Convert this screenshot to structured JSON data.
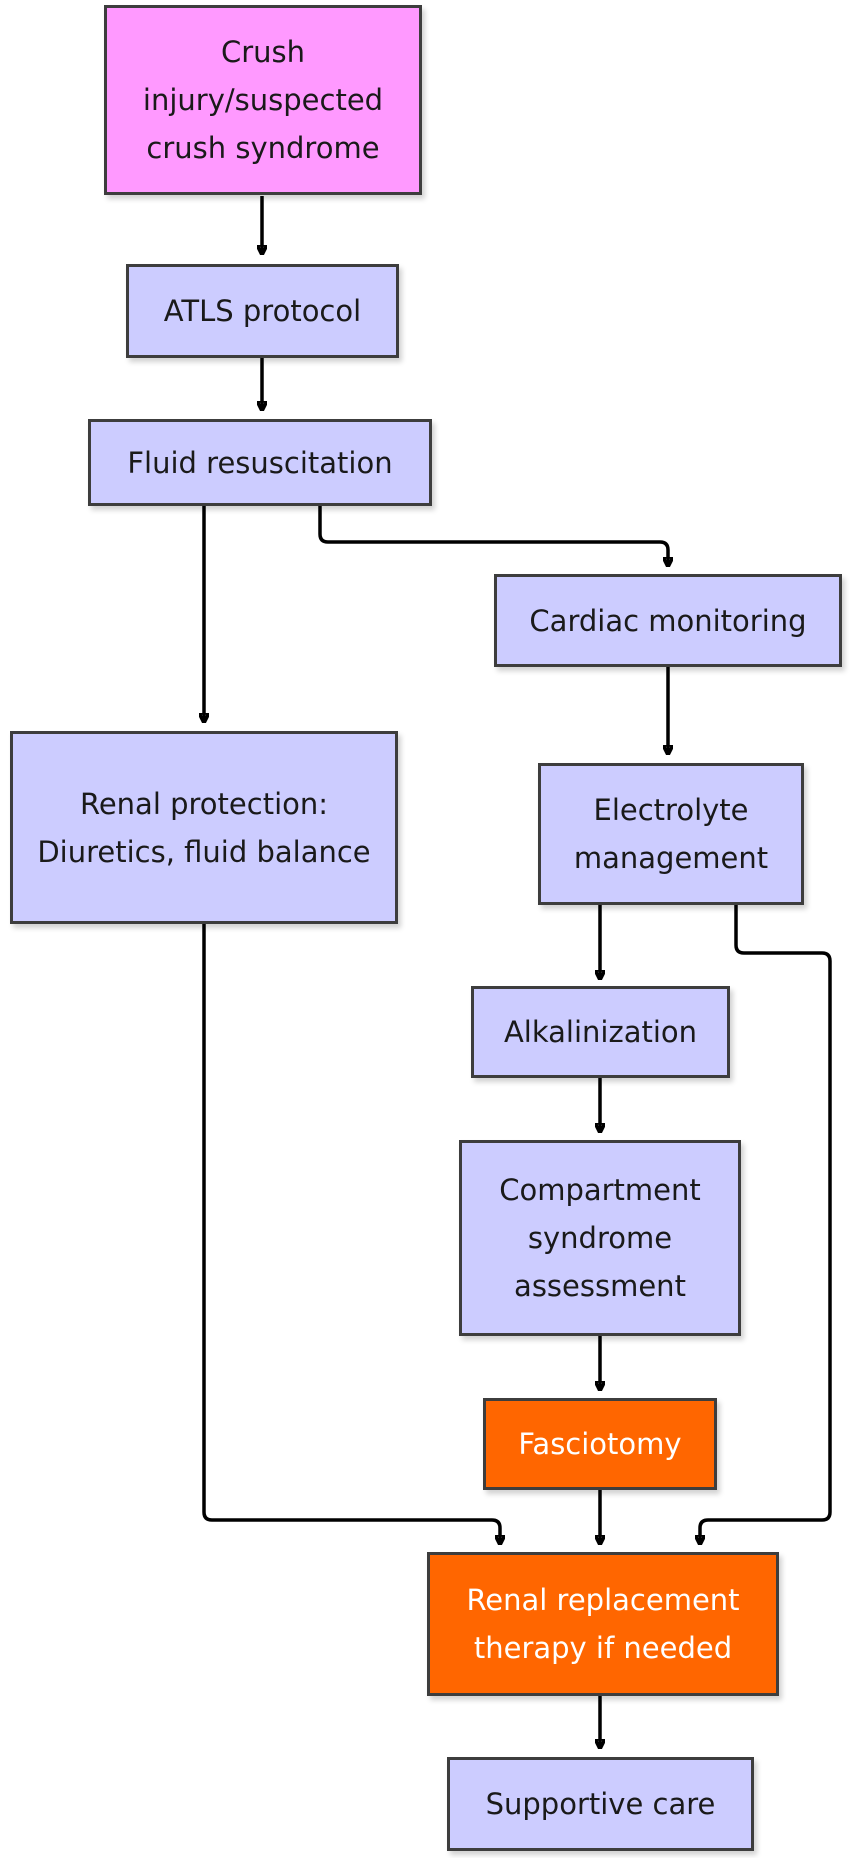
{
  "nodes": {
    "start": "Crush injury/suspected crush syndrome",
    "atls": "ATLS protocol",
    "fluid": "Fluid resuscitation",
    "cardiac": "Cardiac monitoring",
    "renal_protection": "Renal protection: Diuretics, fluid balance",
    "electrolyte": "Electrolyte management",
    "alkalinization": "Alkalinization",
    "compartment": "Compartment syndrome assessment",
    "fasciotomy": "Fasciotomy",
    "rrt": "Renal replacement therapy if needed",
    "supportive": "Supportive care"
  },
  "edges": [
    {
      "from": "start",
      "to": "atls"
    },
    {
      "from": "atls",
      "to": "fluid"
    },
    {
      "from": "fluid",
      "to": "renal_protection"
    },
    {
      "from": "fluid",
      "to": "cardiac"
    },
    {
      "from": "cardiac",
      "to": "electrolyte"
    },
    {
      "from": "electrolyte",
      "to": "alkalinization"
    },
    {
      "from": "electrolyte",
      "to": "rrt"
    },
    {
      "from": "alkalinization",
      "to": "compartment"
    },
    {
      "from": "compartment",
      "to": "fasciotomy"
    },
    {
      "from": "renal_protection",
      "to": "rrt"
    },
    {
      "from": "fasciotomy",
      "to": "rrt"
    },
    {
      "from": "rrt",
      "to": "supportive"
    }
  ],
  "colors": {
    "start": "#ff99ff",
    "default": "#ccccff",
    "critical": "#ff6600",
    "border": "#3d3d3d"
  }
}
